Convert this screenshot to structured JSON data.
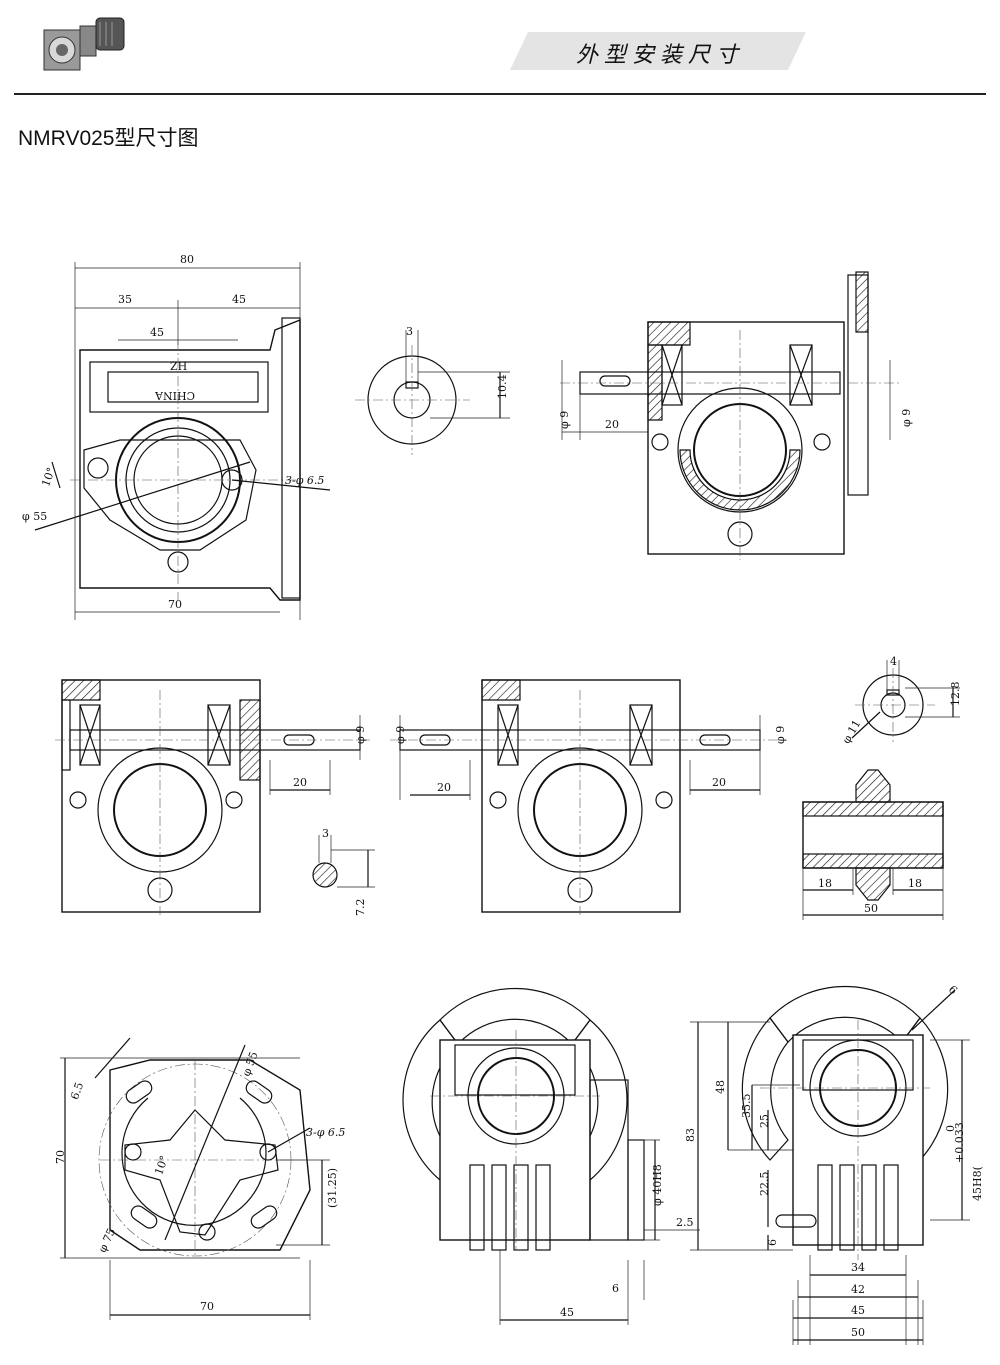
{
  "header": {
    "title": "外型安装尺寸"
  },
  "section": {
    "title": "NMRV025型尺寸图"
  },
  "dims": {
    "d80": "80",
    "d35": "35",
    "d45a": "45",
    "d45b": "45",
    "d70a": "70",
    "zh": "ZH",
    "china": "CHINA",
    "d10deg_a": "10°",
    "d55_a": "φ 55",
    "d3phi65_a": "3-φ 6.5",
    "d3_a": "3",
    "d104": "10.4",
    "dphi9_a": "φ 9",
    "d20_a": "20",
    "dphi9_b": "φ 9",
    "dphi9_c": "φ 9",
    "d20_b": "20",
    "dphi9_d": "φ 9",
    "d20_c": "20",
    "dphi9_e": "φ 9",
    "d20_d": "20",
    "d3_b": "3",
    "d72": "7.2",
    "d4": "4",
    "d128": "12.8",
    "dphi11": "φ 11",
    "d18_a": "18",
    "d18_b": "18",
    "d50_a": "50",
    "d65": "6.5",
    "d55_b": "φ 55",
    "d3phi65_b": "3-φ 6.5",
    "d10deg_b": "10°",
    "d70b": "70",
    "d3125": "(31.25)",
    "dphi75": "φ 75",
    "d70c": "70",
    "dphi40h8": "φ 40H8",
    "d25a": "2.5",
    "d6a": "6",
    "d45c": "45",
    "d6b": "6",
    "d83": "83",
    "d48": "48",
    "d355": "35.5",
    "d25b": "25",
    "d225": "22.5",
    "d6c": "6",
    "d45h8": "45H8(",
    "d0033": "+0.033",
    "d0": "0",
    "d34": "34",
    "d42": "42",
    "d45d": "45",
    "d50b": "50"
  }
}
